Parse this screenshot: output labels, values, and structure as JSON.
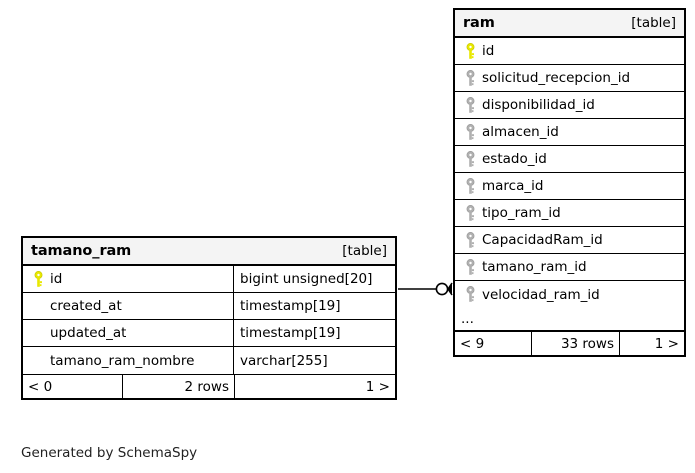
{
  "diagram": {
    "generator_note": "Generated by SchemaSpy",
    "type_label": "[table]",
    "ellipsis": "...",
    "key_colors": {
      "primary_key": "#e8e800",
      "foreign_key": "#b0b0b0"
    }
  },
  "tables": [
    {
      "id": "tamano_ram",
      "name": "tamano_ram",
      "type_label": "[table]",
      "columns": [
        {
          "name": "id",
          "type": "bigint unsigned[20]",
          "key": "primary-key"
        },
        {
          "name": "created_at",
          "type": "timestamp[19]",
          "key": "none"
        },
        {
          "name": "updated_at",
          "type": "timestamp[19]",
          "key": "none"
        },
        {
          "name": "tamano_ram_nombre",
          "type": "varchar[255]",
          "key": "none"
        }
      ],
      "has_ellipsis": false,
      "footer": {
        "prev": "< 0",
        "rows": "2 rows",
        "next": "1 >"
      }
    },
    {
      "id": "ram",
      "name": "ram",
      "type_label": "[table]",
      "columns": [
        {
          "name": "id",
          "type": "",
          "key": "primary-key"
        },
        {
          "name": "solicitud_recepcion_id",
          "type": "",
          "key": "foreign-key"
        },
        {
          "name": "disponibilidad_id",
          "type": "",
          "key": "foreign-key"
        },
        {
          "name": "almacen_id",
          "type": "",
          "key": "foreign-key"
        },
        {
          "name": "estado_id",
          "type": "",
          "key": "foreign-key"
        },
        {
          "name": "marca_id",
          "type": "",
          "key": "foreign-key"
        },
        {
          "name": "tipo_ram_id",
          "type": "",
          "key": "foreign-key"
        },
        {
          "name": "CapacidadRam_id",
          "type": "",
          "key": "foreign-key"
        },
        {
          "name": "tamano_ram_id",
          "type": "",
          "key": "foreign-key"
        },
        {
          "name": "velocidad_ram_id",
          "type": "",
          "key": "foreign-key"
        }
      ],
      "has_ellipsis": true,
      "footer": {
        "prev": "< 9",
        "rows": "33 rows",
        "next": "1 >"
      }
    }
  ],
  "relationship": {
    "from_table": "tamano_ram",
    "from_column": "id",
    "to_table": "ram",
    "to_column": "tamano_ram_id",
    "notation": "crows-foot-optional-many"
  }
}
